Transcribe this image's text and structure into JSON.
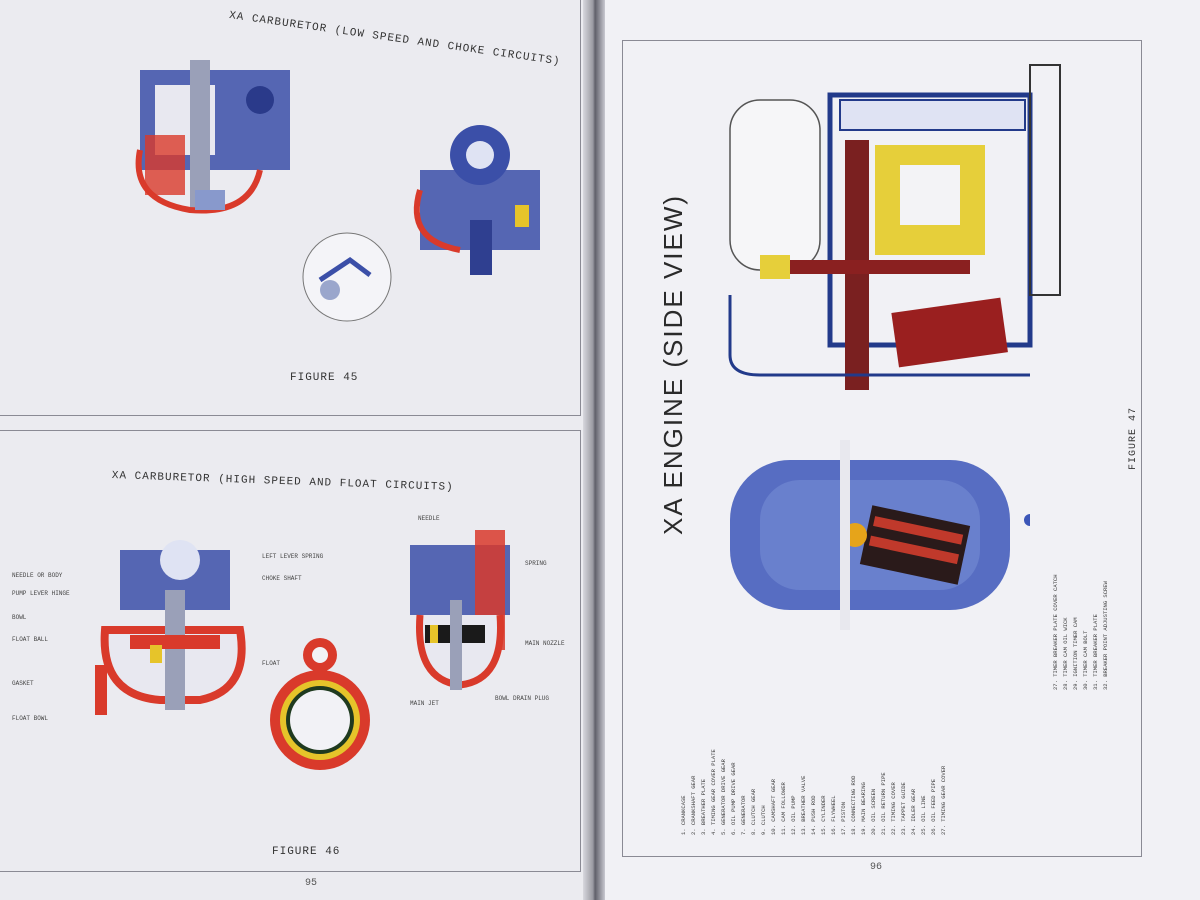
{
  "left_page": {
    "figure_top": {
      "title": "XA CARBURETOR (LOW SPEED AND CHOKE CIRCUITS)",
      "caption": "FIGURE 45"
    },
    "figure_bottom": {
      "title": "XA CARBURETOR (HIGH SPEED AND FLOAT CIRCUITS)",
      "caption": "FIGURE 46",
      "labels": [
        "NEEDLE OR BODY",
        "PUMP LEVER HINGE",
        "BOWL",
        "FLOAT BALL",
        "GASKET",
        "FLOAT BOWL",
        "LEFT LEVER SPRING",
        "NEEDLE",
        "CHOKE SHAFT",
        "SPRING",
        "FLOAT",
        "MAIN NOZZLE",
        "MAIN JET",
        "BOWL DRAIN PLUG"
      ]
    },
    "page_number": "95"
  },
  "right_page": {
    "title": "XA ENGINE (SIDE VIEW)",
    "caption": "FIGURE 47",
    "page_number": "96",
    "legend": [
      "1. CRANKCASE",
      "2. CRANKSHAFT GEAR",
      "3. BREATHER PLATE",
      "4. TIMING GEAR COVER PLATE",
      "5. GENERATOR DRIVE GEAR",
      "6. OIL PUMP DRIVE GEAR",
      "7. GENERATOR",
      "8. CLUTCH GEAR",
      "9. CLUTCH",
      "10. CAMSHAFT GEAR",
      "11. CAM FOLLOWER",
      "12. OIL PUMP",
      "13. BREATHER VALVE",
      "14. PUSH ROD",
      "15. CYLINDER",
      "16. FLYWHEEL",
      "17. PISTON",
      "18. CONNECTING ROD",
      "19. MAIN BEARING",
      "20. OIL SCREEN",
      "21. OIL RETURN PIPE",
      "22. TIMING COVER",
      "23. TAPPET GUIDE",
      "24. IDLER GEAR",
      "25. OIL LINE",
      "26. OIL FEED PIPE",
      "27. TIMING GEAR COVER"
    ],
    "legend2": [
      "27. TIMER BREAKER PLATE COVER CATCH",
      "28. TIMER CAM OIL WICK",
      "29. IGNITION TIMER CAM",
      "30. TIMER CAM BOLT",
      "31. TIMER BREAKER PLATE",
      "32. BREAKER POINT ADJUSTING SCREW"
    ]
  }
}
